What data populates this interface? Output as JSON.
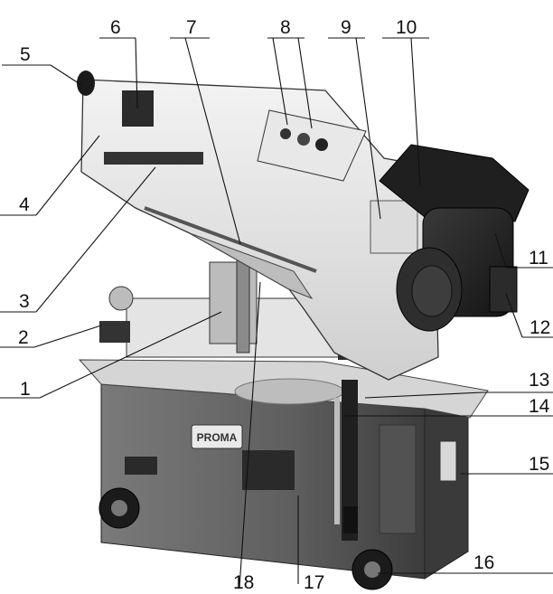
{
  "brand": {
    "plate_text": "PROMA"
  },
  "callouts": [
    {
      "id": "c1",
      "number": "1"
    },
    {
      "id": "c2",
      "number": "2"
    },
    {
      "id": "c3",
      "number": "3"
    },
    {
      "id": "c4",
      "number": "4"
    },
    {
      "id": "c5",
      "number": "5"
    },
    {
      "id": "c6",
      "number": "6"
    },
    {
      "id": "c7",
      "number": "7"
    },
    {
      "id": "c8",
      "number": "8"
    },
    {
      "id": "c9",
      "number": "9"
    },
    {
      "id": "c10",
      "number": "10"
    },
    {
      "id": "c11",
      "number": "11"
    },
    {
      "id": "c12",
      "number": "12"
    },
    {
      "id": "c13",
      "number": "13"
    },
    {
      "id": "c14",
      "number": "14"
    },
    {
      "id": "c15",
      "number": "15"
    },
    {
      "id": "c16",
      "number": "16"
    },
    {
      "id": "c17",
      "number": "17"
    },
    {
      "id": "c18",
      "number": "18"
    }
  ],
  "colors": {
    "line": "#111111",
    "base_body": "#6b6b6b",
    "base_dark": "#4a4a4a",
    "frame_light": "#e6e6e6",
    "motor": "#2b2b2b",
    "table_top": "#cfcfcf"
  },
  "icons": [
    "knob-icon",
    "wheel-icon",
    "motor-icon",
    "switch-panel-icon"
  ]
}
